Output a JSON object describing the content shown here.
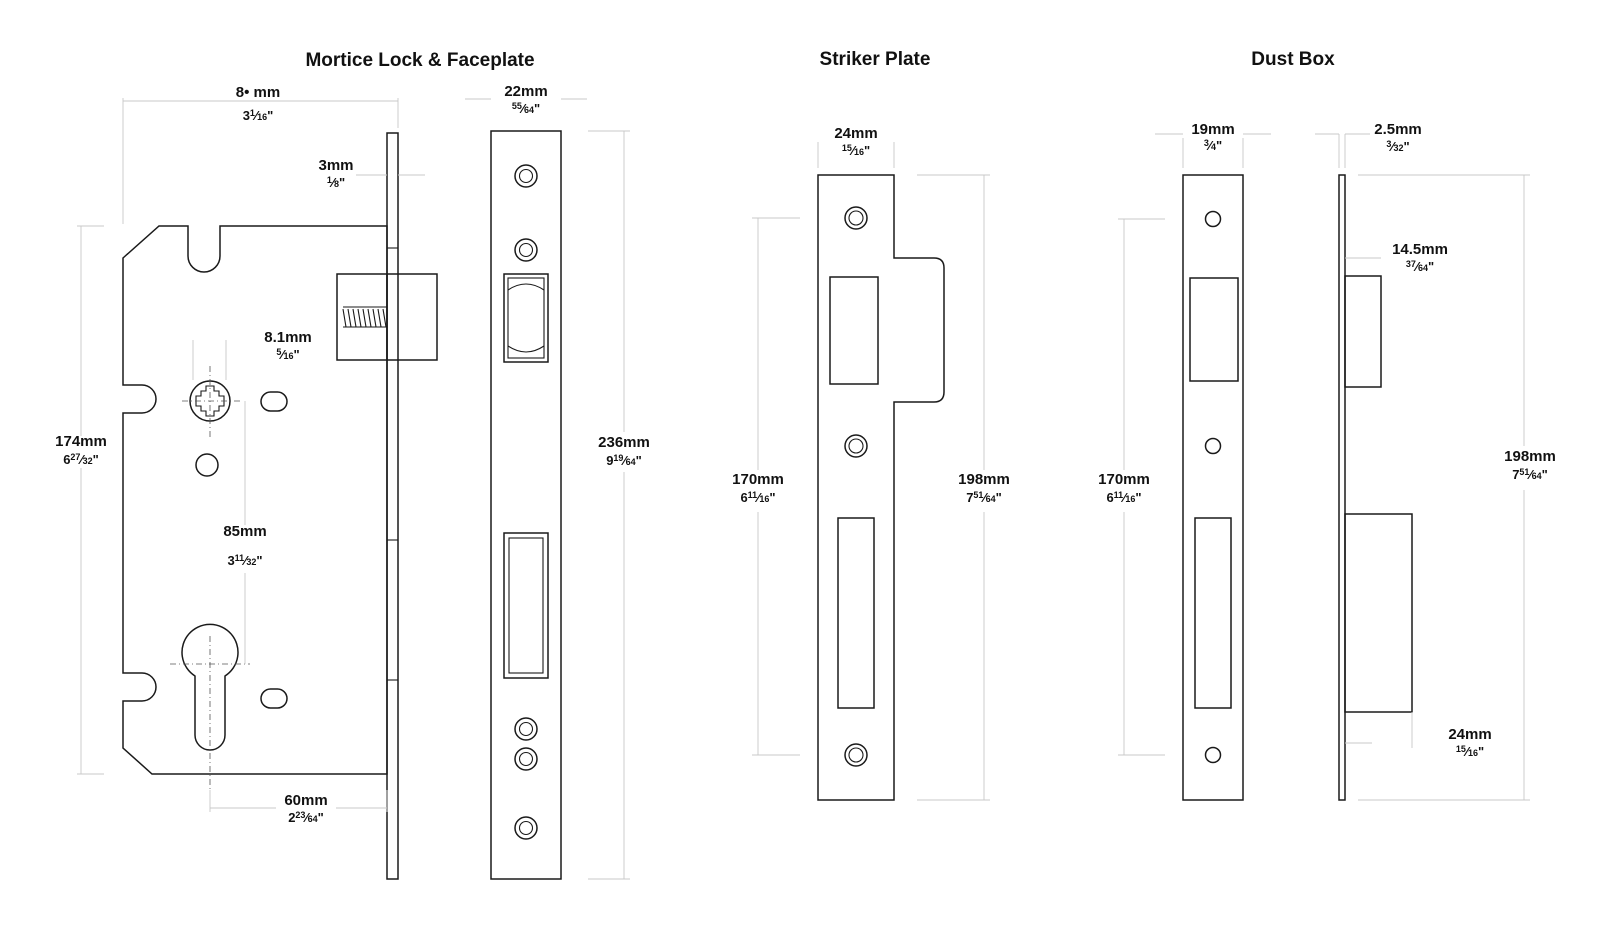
{
  "titles": {
    "mortice": "Mortice Lock & Faceplate",
    "striker": "Striker Plate",
    "dustbox": "Dust Box"
  },
  "dims": {
    "lock_width": {
      "mm": "8• mm",
      "whole": "3",
      "num": "1",
      "den": "16",
      "q": "\""
    },
    "faceplate_width": {
      "mm": "22mm",
      "whole": "",
      "num": "55",
      "den": "64",
      "q": "\""
    },
    "faceplate_thk": {
      "mm": "3mm",
      "whole": "",
      "num": "1",
      "den": "8",
      "q": "\""
    },
    "spindle": {
      "mm": "8.1mm",
      "whole": "",
      "num": "5",
      "den": "16",
      "q": "\""
    },
    "lock_height": {
      "mm": "174mm",
      "whole": "6",
      "num": "27",
      "den": "32",
      "q": "\""
    },
    "centres": {
      "mm": "85mm",
      "whole": "3",
      "num": "11",
      "den": "32",
      "q": "\""
    },
    "backset": {
      "mm": "60mm",
      "whole": "2",
      "num": "23",
      "den": "64",
      "q": "\""
    },
    "faceplate_height": {
      "mm": "236mm",
      "whole": "9",
      "num": "19",
      "den": "64",
      "q": "\""
    },
    "striker_width": {
      "mm": "24mm",
      "whole": "",
      "num": "15",
      "den": "16",
      "q": "\""
    },
    "striker_centres": {
      "mm": "170mm",
      "whole": "6",
      "num": "11",
      "den": "16",
      "q": "\""
    },
    "striker_height": {
      "mm": "198mm",
      "whole": "7",
      "num": "51",
      "den": "64",
      "q": "\""
    },
    "dust_width": {
      "mm": "19mm",
      "whole": "",
      "num": "3",
      "den": "4",
      "q": "\""
    },
    "dust_thk": {
      "mm": "2.5mm",
      "whole": "",
      "num": "3",
      "den": "32",
      "q": "\""
    },
    "dust_depth1": {
      "mm": "14.5mm",
      "whole": "",
      "num": "37",
      "den": "64",
      "q": "\""
    },
    "dust_centres": {
      "mm": "170mm",
      "whole": "6",
      "num": "11",
      "den": "16",
      "q": "\""
    },
    "dust_height": {
      "mm": "198mm",
      "whole": "7",
      "num": "51",
      "den": "64",
      "q": "\""
    },
    "dust_depth2": {
      "mm": "24mm",
      "whole": "",
      "num": "15",
      "den": "16",
      "q": "\""
    }
  }
}
